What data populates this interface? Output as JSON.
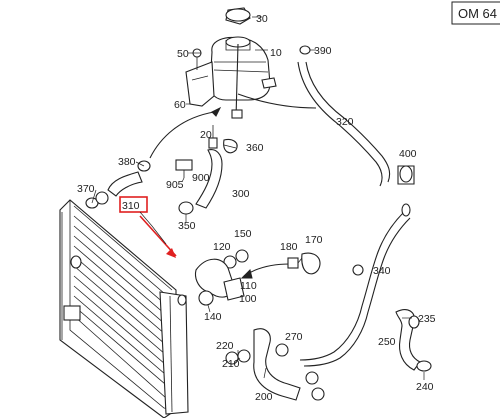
{
  "badge": "OM 64",
  "highlight_color": "#e02020",
  "callouts": {
    "c30": "30",
    "c50": "50",
    "c10": "10",
    "c390": "390",
    "c60": "60",
    "c320": "320",
    "c20": "20",
    "c360": "360",
    "c380": "380",
    "c400": "400",
    "c370": "370",
    "c905": "905",
    "c900": "900",
    "c300": "300",
    "c310": "310",
    "c350": "350",
    "c150": "150",
    "c120": "120",
    "c180": "180",
    "c170": "170",
    "c340": "340",
    "c110": "110",
    "c100": "100",
    "c140": "140",
    "c235": "235",
    "c270": "270",
    "c220": "220",
    "c250": "250",
    "c210": "210",
    "c200": "200",
    "c240": "240"
  }
}
